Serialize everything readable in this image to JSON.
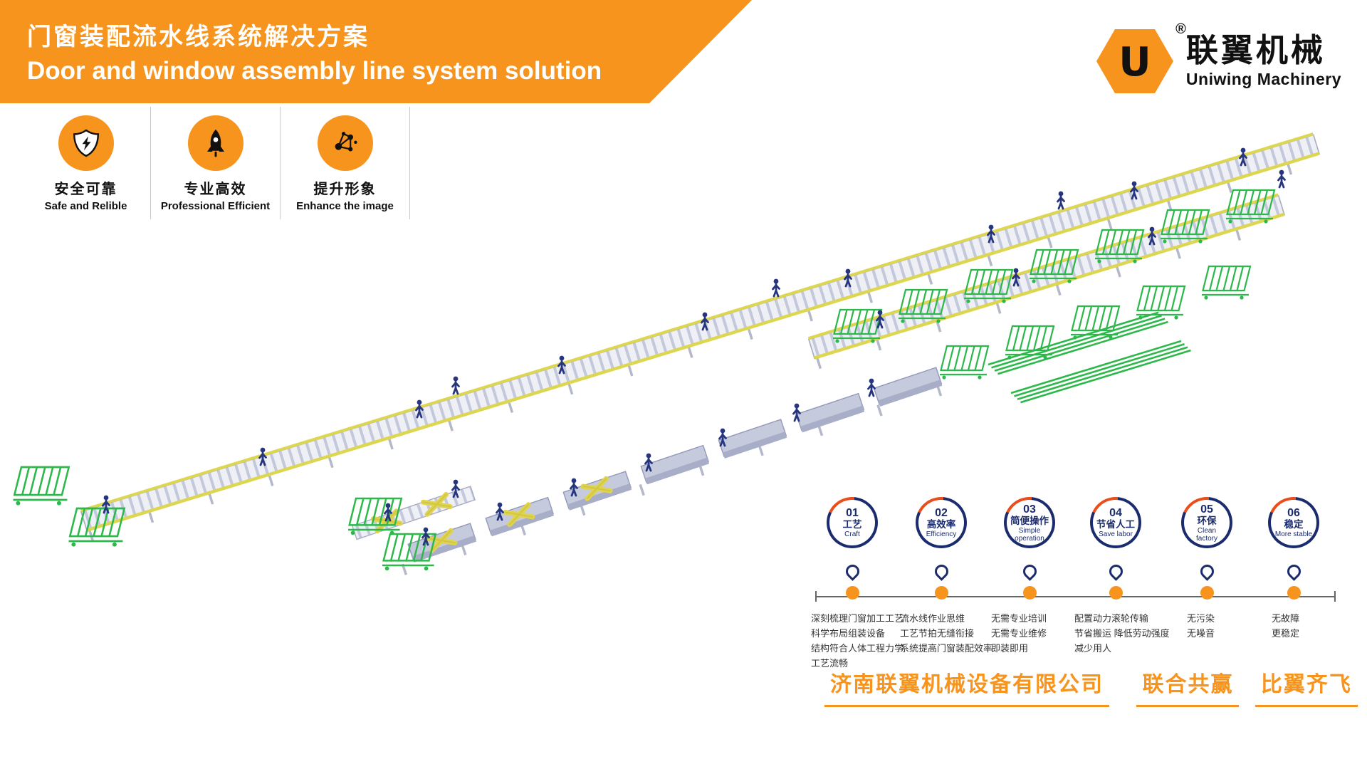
{
  "colors": {
    "accent": "#F7941D",
    "navy": "#1B2C6E",
    "arc_red": "#E94E1B",
    "rack_green": "#2DB84B",
    "conveyor_grey": "#C3C9DB",
    "frame_yellow": "#DDD650",
    "worker_navy": "#26357E"
  },
  "header": {
    "title_zh": "门窗装配流水线系统解决方案",
    "title_en": "Door and window assembly line system solution"
  },
  "logo": {
    "symbol": "U",
    "registered": "®",
    "brand_zh": "联翼机械",
    "brand_en": "Uniwing Machinery"
  },
  "features": [
    {
      "icon": "shield-icon",
      "label_zh": "安全可靠",
      "label_en": "Safe and Relible"
    },
    {
      "icon": "rocket-icon",
      "label_zh": "专业高效",
      "label_en": "Professional Efficient"
    },
    {
      "icon": "network-icon",
      "label_zh": "提升形象",
      "label_en": "Enhance the image"
    }
  ],
  "timeline": {
    "items": [
      {
        "num": "01",
        "label_zh": "工艺",
        "label_en": "Craft",
        "desc": [
          "深刻梳理门窗加工工艺",
          "科学布局组装设备",
          "结构符合人体工程力学",
          "工艺流畅"
        ]
      },
      {
        "num": "02",
        "label_zh": "高效率",
        "label_en": "Efficiency",
        "desc": [
          "流水线作业思维",
          "工艺节拍无缝衔接",
          "系统提高门窗装配效率"
        ]
      },
      {
        "num": "03",
        "label_zh": "简便操作",
        "label_en": "Simple operation",
        "desc": [
          "无需专业培训",
          "无需专业维修",
          "即装即用"
        ]
      },
      {
        "num": "04",
        "label_zh": "节省人工",
        "label_en": "Save labor",
        "desc": [
          "配置动力滚轮传输",
          "节省搬运 降低劳动强度",
          "减少用人"
        ]
      },
      {
        "num": "05",
        "label_zh": "环保",
        "label_en": "Clean factory",
        "desc": [
          "无污染",
          "无噪音"
        ]
      },
      {
        "num": "06",
        "label_zh": "稳定",
        "label_en": "More stable",
        "desc": [
          "无故障",
          "更稳定"
        ]
      }
    ]
  },
  "footer": {
    "company": "济南联翼机械设备有限公司",
    "slogan_1": "联合共赢",
    "slogan_2": "比翼齐飞"
  }
}
